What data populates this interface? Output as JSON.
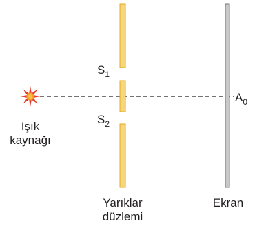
{
  "source": {
    "label_line1": "Işık",
    "label_line2": "kaynağı",
    "color": "#f4a024",
    "center_color": "#f2c14e",
    "ray_color": "#e8392b"
  },
  "slit_1": {
    "letter": "S",
    "subscript": "1"
  },
  "slit_2": {
    "letter": "S",
    "subscript": "2"
  },
  "slit_plane": {
    "label_line1": "Yarıklar",
    "label_line2": "düzlemi",
    "fill": "#f7d57a",
    "stroke": "#e6a91f"
  },
  "screen": {
    "label": "Ekran",
    "fill": "#c8c8c8",
    "stroke": "#777777"
  },
  "point_a0": {
    "letter": "A",
    "subscript": "0"
  },
  "axis_line": {
    "color": "#231f20",
    "style": "dashed"
  }
}
